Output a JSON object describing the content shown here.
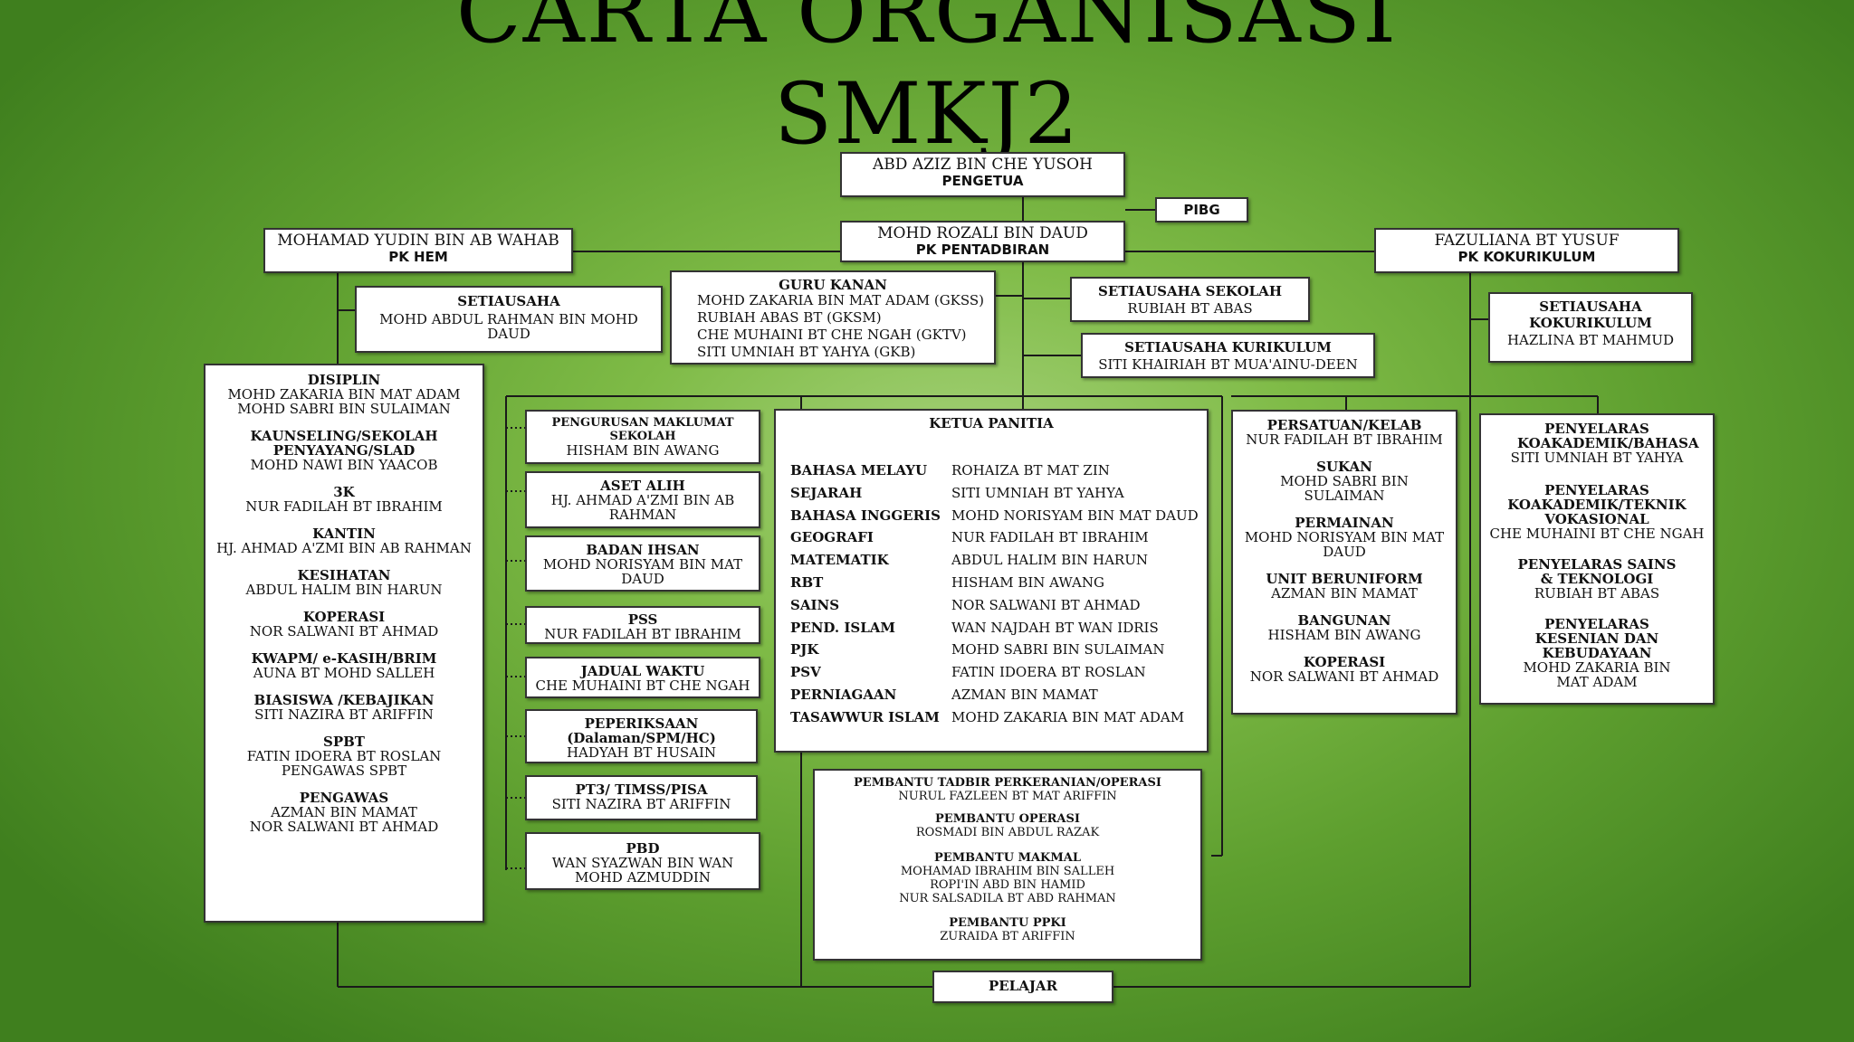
{
  "title": {
    "line1": "CARTA ORGANISASI",
    "line2": "SMKJ2"
  },
  "pengetua": {
    "name": "ABD AZIZ  BIN CHE YUSOH",
    "role": "PENGETUA"
  },
  "pibg": {
    "label": "PIBG"
  },
  "pk_pentadbiran": {
    "name": "MOHD ROZALI BIN DAUD",
    "role": "PK PENTADBIRAN"
  },
  "pk_hem": {
    "name": "MOHAMAD YUDIN BIN AB WAHAB",
    "role": "PK HEM"
  },
  "pk_kokurikulum": {
    "name": "FAZULIANA BT YUSUF",
    "role": "PK KOKURIKULUM"
  },
  "setiausaha_hem": {
    "title": "SETIAUSAHA",
    "name": "MOHD ABDUL RAHMAN BIN MOHD DAUD"
  },
  "guru_kanan": {
    "title": "GURU KANAN",
    "members": [
      "MOHD ZAKARIA BIN MAT ADAM (GKSS)",
      "RUBIAH ABAS BT (GKSM)",
      "CHE MUHAINI BT CHE NGAH (GKTV)",
      "SITI UMNIAH BT YAHYA (GKB)"
    ]
  },
  "setiausaha_sekolah": {
    "title": "SETIAUSAHA SEKOLAH",
    "name": "RUBIAH BT ABAS"
  },
  "setiausaha_kurikulum": {
    "title": "SETIAUSAHA KURIKULUM",
    "name": "SITI KHAIRIAH BT MUA'AINU-DEEN"
  },
  "setiausaha_kokurikulum": {
    "title": "SETIAUSAHA KOKURIKULUM",
    "name": "HAZLINA BT MAHMUD"
  },
  "hem_units": [
    {
      "title": "DISIPLIN",
      "names": [
        "MOHD ZAKARIA BIN MAT ADAM",
        "MOHD SABRI BIN SULAIMAN"
      ]
    },
    {
      "title": "KAUNSELING/SEKOLAH PENYAYANG/SLAD",
      "names": [
        "MOHD NAWI BIN YAACOB"
      ]
    },
    {
      "title": "3K",
      "names": [
        "NUR FADILAH BT IBRAHIM"
      ]
    },
    {
      "title": "KANTIN",
      "names": [
        "HJ. AHMAD A'ZMI BIN AB RAHMAN"
      ]
    },
    {
      "title": "KESIHATAN",
      "names": [
        "ABDUL HALIM BIN HARUN"
      ]
    },
    {
      "title": "KOPERASI",
      "names": [
        "NOR SALWANI BT AHMAD"
      ]
    },
    {
      "title": "KWAPM/ e-KASIH/BRIM",
      "names": [
        "AUNA BT MOHD SALLEH"
      ]
    },
    {
      "title": "BIASISWA /KEBAJIKAN",
      "names": [
        "SITI NAZIRA BT ARIFFIN"
      ]
    },
    {
      "title": "SPBT",
      "names": [
        "FATIN IDOERA BT ROSLAN",
        "PENGAWAS SPBT"
      ]
    },
    {
      "title": "PENGAWAS",
      "names": [
        "AZMAN BIN MAMAT",
        "NOR SALWANI BT AHMAD"
      ]
    }
  ],
  "admin_units": [
    {
      "title": "PENGURUSAN MAKLUMAT SEKOLAH",
      "names": [
        "HISHAM BIN AWANG"
      ]
    },
    {
      "title": "ASET ALIH",
      "names": [
        "HJ. AHMAD A'ZMI BIN AB RAHMAN"
      ]
    },
    {
      "title": "BADAN IHSAN",
      "names": [
        "MOHD NORISYAM BIN MAT DAUD"
      ]
    },
    {
      "title": "PSS",
      "names": [
        "NUR FADILAH BT IBRAHIM"
      ]
    },
    {
      "title": "JADUAL WAKTU",
      "names": [
        "CHE MUHAINI BT CHE NGAH"
      ]
    },
    {
      "title": "PEPERIKSAAN (Dalaman/SPM/HC)",
      "names": [
        "HADYAH BT HUSAIN"
      ]
    },
    {
      "title": "PT3/ TIMSS/PISA",
      "names": [
        "SITI NAZIRA BT ARIFFIN"
      ]
    },
    {
      "title": "PBD",
      "names": [
        "WAN SYAZWAN BIN WAN MOHD AZMUDDIN"
      ]
    }
  ],
  "ketua_panitia": {
    "title": "KETUA PANITIA",
    "rows": [
      {
        "subject": "BAHASA MELAYU",
        "name": "ROHAIZA BT MAT ZIN"
      },
      {
        "subject": "SEJARAH",
        "name": "SITI UMNIAH BT YAHYA"
      },
      {
        "subject": "BAHASA INGGERIS",
        "name": "MOHD NORISYAM BIN MAT DAUD"
      },
      {
        "subject": "GEOGRAFI",
        "name": "NUR FADILAH BT IBRAHIM"
      },
      {
        "subject": "MATEMATIK",
        "name": "ABDUL HALIM BIN HARUN"
      },
      {
        "subject": "RBT",
        "name": "HISHAM BIN AWANG"
      },
      {
        "subject": "SAINS",
        "name": "NOR SALWANI BT AHMAD"
      },
      {
        "subject": "PEND. ISLAM",
        "name": "WAN NAJDAH BT WAN IDRIS"
      },
      {
        "subject": "PJK",
        "name": "MOHD SABRI BIN SULAIMAN"
      },
      {
        "subject": "PSV",
        "name": "FATIN IDOERA BT ROSLAN"
      },
      {
        "subject": "PERNIAGAAN",
        "name": "AZMAN BIN MAMAT"
      },
      {
        "subject": "TASAWWUR ISLAM",
        "name": "MOHD ZAKARIA BIN MAT ADAM"
      }
    ]
  },
  "pembantu": [
    {
      "title": "PEMBANTU TADBIR PERKERANIAN/OPERASI",
      "names": [
        "NURUL FAZLEEN BT MAT ARIFFIN"
      ]
    },
    {
      "title": "PEMBANTU OPERASI",
      "names": [
        "ROSMADI BIN ABDUL RAZAK"
      ]
    },
    {
      "title": "PEMBANTU MAKMAL",
      "names": [
        "MOHAMAD IBRAHIM BIN  SALLEH",
        "ROPI'IN ABD BIN HAMID",
        "NUR SALSADILA BT ABD RAHMAN"
      ]
    },
    {
      "title": "PEMBANTU PPKI",
      "names": [
        "ZURAIDA BT ARIFFIN"
      ]
    }
  ],
  "koku_units": [
    {
      "title": "PERSATUAN/KELAB",
      "names": [
        "NUR FADILAH BT IBRAHIM"
      ]
    },
    {
      "title": "SUKAN",
      "names": [
        "MOHD SABRI BIN SULAIMAN"
      ]
    },
    {
      "title": "PERMAINAN",
      "names": [
        "MOHD NORISYAM BIN MAT DAUD"
      ]
    },
    {
      "title": "UNIT BERUNIFORM",
      "names": [
        "AZMAN BIN MAMAT"
      ]
    },
    {
      "title": "BANGUNAN",
      "names": [
        "HISHAM BIN AWANG"
      ]
    },
    {
      "title": "KOPERASI",
      "names": [
        "NOR SALWANI BT AHMAD"
      ]
    }
  ],
  "penyelaras": [
    {
      "title": "PENYELARAS KOAKADEMIK/BAHASA",
      "names": [
        "SITI UMNIAH BT YAHYA"
      ]
    },
    {
      "title": "PENYELARAS KOAKADEMIK/TEKNIK VOKASIONAL",
      "names": [
        "CHE MUHAINI BT CHE NGAH"
      ]
    },
    {
      "title": "PENYELARAS SAINS & TEKNOLOGI",
      "names": [
        "RUBIAH BT ABAS"
      ]
    },
    {
      "title": "PENYELARAS KESENIAN DAN KEBUDAYAAN",
      "names": [
        "MOHD ZAKARIA BIN MAT ADAM"
      ]
    }
  ],
  "pelajar": {
    "label": "PELAJAR"
  }
}
